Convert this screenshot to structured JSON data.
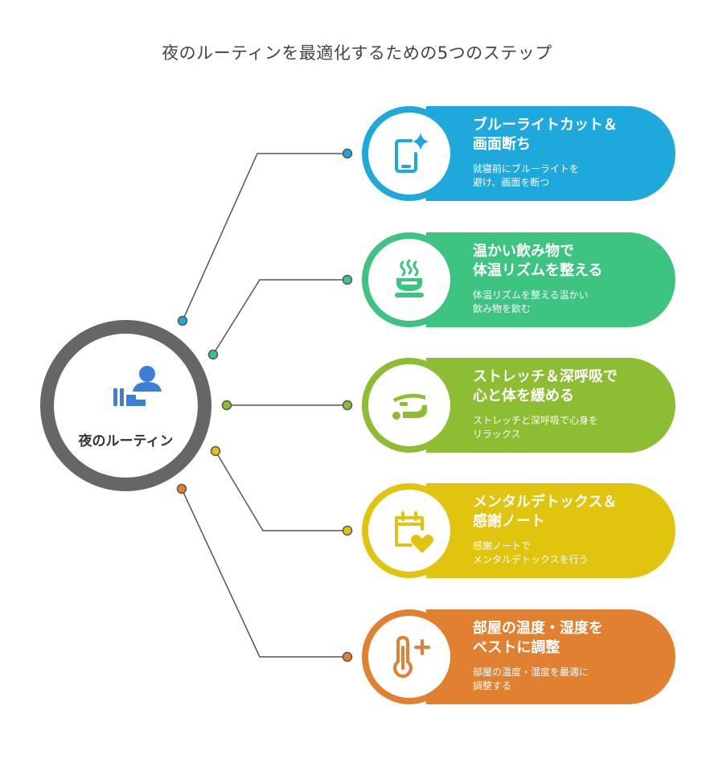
{
  "title": "夜のルーティンを最適化するための5つのステップ",
  "hub": {
    "label": "夜のルーティン",
    "icon": "person-resting-icon",
    "ring_color": "#666666",
    "icon_color": "#3d7fd6"
  },
  "steps": [
    {
      "title": "ブルーライトカット＆\n画面断ち",
      "desc": "就寝前にブルーライトを\n避け、画面を断つ",
      "icon": "smartphone-sparkle-icon",
      "color": "#1ea8dc"
    },
    {
      "title": "温かい飲み物で\n体温リズムを整える",
      "desc": "体温リズムを整える温かい\n飲み物を飲む",
      "icon": "hot-drink-icon",
      "color": "#3cc480"
    },
    {
      "title": "ストレッチ＆深呼吸で\n心と体を緩める",
      "desc": "ストレッチと深呼吸で心身を\nリラックス",
      "icon": "stretching-icon",
      "color": "#8cbd32"
    },
    {
      "title": "メンタルデトックス＆\n感謝ノート",
      "desc": "感謝ノートで\nメンタルデトックスを行う",
      "icon": "calendar-heart-icon",
      "color": "#e0c40e"
    },
    {
      "title": "部屋の温度・湿度を\nベストに調整",
      "desc": "部屋の温度・湿度を最適に\n調整する",
      "icon": "thermometer-plus-icon",
      "color": "#e08030"
    }
  ]
}
